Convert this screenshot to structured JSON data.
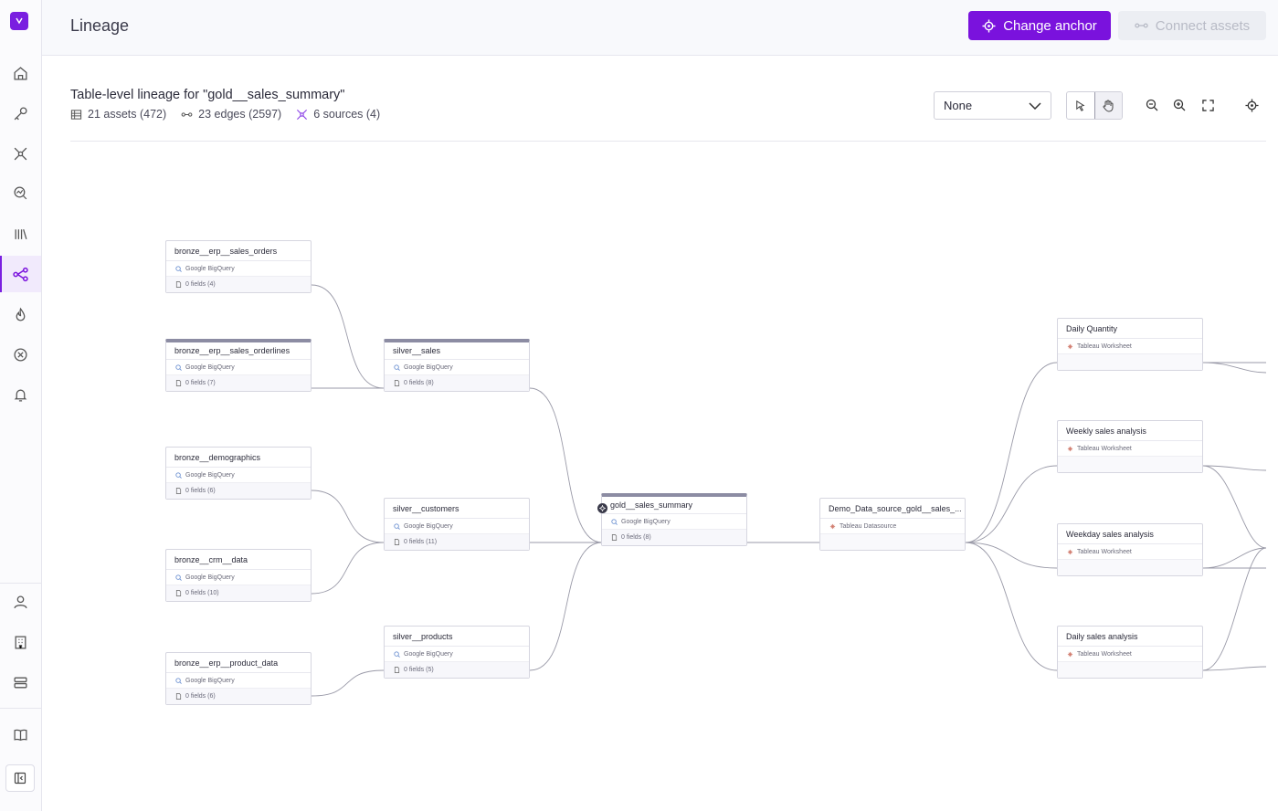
{
  "header": {
    "title": "Lineage",
    "change_anchor_label": "Change anchor",
    "connect_assets_label": "Connect assets"
  },
  "lineage": {
    "title": "Table-level lineage for \"gold__sales_summary\"",
    "stats": {
      "assets": "21 assets (472)",
      "edges": "23 edges (2597)",
      "sources": "6 sources (4)"
    },
    "group_by_value": "None"
  },
  "colors": {
    "brand": "#7a12dd",
    "node_highlight": "#8c8ca3"
  },
  "nodes": [
    {
      "id": "bronze_orders",
      "name": "bronze__erp__sales_orders",
      "source": "Google BigQuery",
      "fields": "0 fields (4)",
      "icon": "bigquery-icon"
    },
    {
      "id": "bronze_orderlines",
      "name": "bronze__erp__sales_orderlines",
      "source": "Google BigQuery",
      "fields": "0 fields (7)",
      "icon": "bigquery-icon"
    },
    {
      "id": "bronze_demographics",
      "name": "bronze__demographics",
      "source": "Google BigQuery",
      "fields": "0 fields (6)",
      "icon": "bigquery-icon"
    },
    {
      "id": "bronze_crm",
      "name": "bronze__crm__data",
      "source": "Google BigQuery",
      "fields": "0 fields (10)",
      "icon": "bigquery-icon"
    },
    {
      "id": "bronze_product",
      "name": "bronze__erp__product_data",
      "source": "Google BigQuery",
      "fields": "0 fields (6)",
      "icon": "bigquery-icon"
    },
    {
      "id": "silver_sales",
      "name": "silver__sales",
      "source": "Google BigQuery",
      "fields": "0 fields (8)",
      "icon": "bigquery-icon"
    },
    {
      "id": "silver_customers",
      "name": "silver__customers",
      "source": "Google BigQuery",
      "fields": "0 fields (11)",
      "icon": "bigquery-icon"
    },
    {
      "id": "silver_products",
      "name": "silver__products",
      "source": "Google BigQuery",
      "fields": "0 fields (5)",
      "icon": "bigquery-icon"
    },
    {
      "id": "gold_summary",
      "name": "gold__sales_summary",
      "source": "Google BigQuery",
      "fields": "0 fields (8)",
      "icon": "bigquery-icon"
    },
    {
      "id": "demo_datasource",
      "name": "Demo_Data_source_gold__sales_...",
      "source": "Tableau Datasource",
      "icon": "tableau-icon"
    },
    {
      "id": "daily_quantity",
      "name": "Daily Quantity",
      "source": "Tableau Worksheet",
      "icon": "tableau-icon"
    },
    {
      "id": "weekly_sales",
      "name": "Weekly sales analysis",
      "source": "Tableau Worksheet",
      "icon": "tableau-icon"
    },
    {
      "id": "weekday_sales",
      "name": "Weekday sales analysis",
      "source": "Tableau Worksheet",
      "icon": "tableau-icon"
    },
    {
      "id": "daily_sales",
      "name": "Daily sales analysis",
      "source": "Tableau Worksheet",
      "icon": "tableau-icon"
    }
  ]
}
